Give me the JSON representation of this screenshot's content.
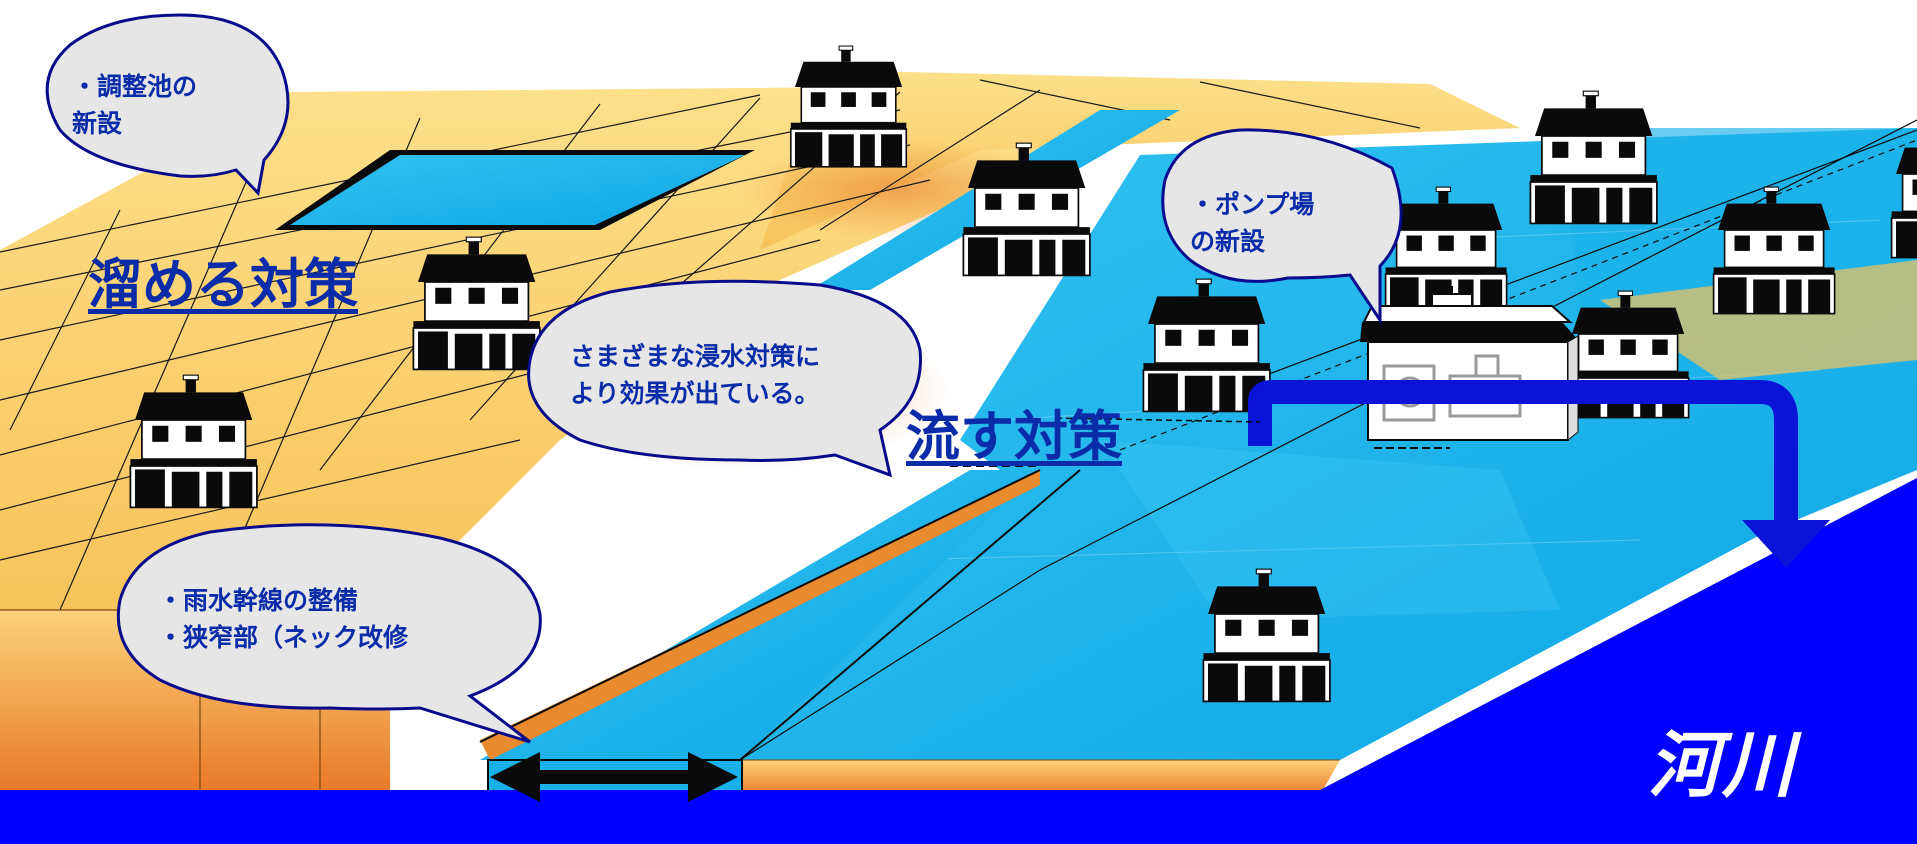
{
  "headings": {
    "storage": "溜める対策",
    "drainage": "流す対策",
    "river": "河川"
  },
  "bubbles": {
    "retention_pond": "・調整池の\n新設",
    "pump_station": "・ポンプ場\nの新設",
    "effect": "さまざまな浸水対策に\nより効果が出ている。",
    "trunk_line": "・雨水幹線の整備\n・狭窄部（ネック改修"
  },
  "colors": {
    "land": "#fbd273",
    "land_edge": "#e58a2e",
    "water": "#1ab0ea",
    "river": "#0000ff",
    "text": "#0b2ca8",
    "bubble_fill": "#e6e6e6",
    "bubble_stroke": "#0a0a8c"
  },
  "icons": {
    "house": "house-icon",
    "pump_station": "pump-station-icon",
    "flow_arrow": "flow-arrow-icon",
    "width_arrow": "double-arrow-icon"
  }
}
